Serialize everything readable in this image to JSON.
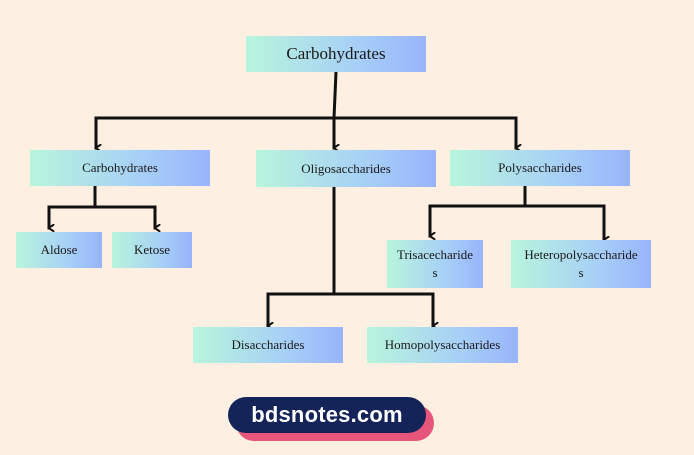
{
  "diagram": {
    "root": "Carbohydrates",
    "level1": {
      "left": "Carbohydrates",
      "center": "Oligosaccharides",
      "right": "Polysaccharides"
    },
    "leaves": {
      "aldose": "Aldose",
      "ketose": "Ketose",
      "trisaccharides_line1": "Trisacecharide",
      "trisaccharides_line2": "s",
      "heteropolysaccharides_line1": "Heteropolysaccharide",
      "heteropolysaccharides_line2": "s",
      "disaccharides": "Disaccharides",
      "homopolysaccharides": "Homopolysaccharides"
    }
  },
  "brand": {
    "text": "bdsnotes.com",
    "colors": {
      "pill": "#142459",
      "shadow": "#e8557a"
    }
  },
  "colors": {
    "background": "#fdf0e2",
    "box_gradient": [
      "#b8f5dc",
      "#a6cdf8",
      "#98b4fb"
    ],
    "connector": "#111111"
  }
}
